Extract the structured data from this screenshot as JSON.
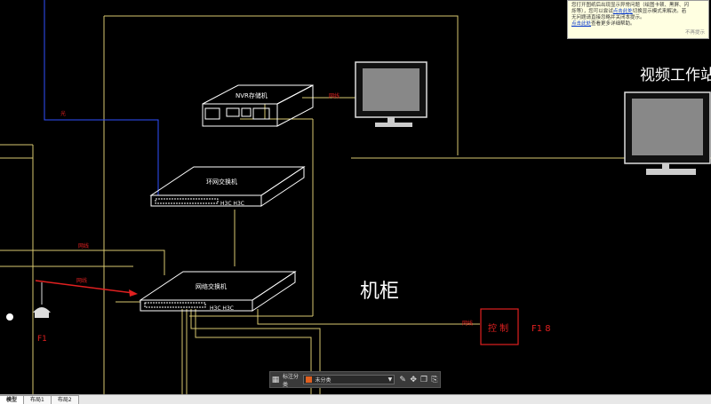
{
  "drawing": {
    "label_monitor_right": "视频工作站",
    "label_cabinet": "机柜",
    "label_switch_top": "环网交换机",
    "label_switch_bottom": "网络交换机",
    "label_recorder": "NVR存储机",
    "label_F": "F1",
    "label_red_box": "控  制",
    "label_red_right": "F1 8",
    "label_blue_line": "光",
    "label_red_small1": "网线",
    "label_red_small2": "网线",
    "label_red_small3": "网线",
    "label_red_small4": "网线",
    "switch_brand": "H3C H3C"
  },
  "notice": {
    "text_line1": "您打开图纸后出现显示异常问题（绘图卡顿、黑屏、闪",
    "text_line2": "烁等），您可以尝试",
    "link1": "点击此处",
    "text_line2b": "切换显示模式来解决。若",
    "text_line3": "无问题请直接忽略并关闭本提示。",
    "link2": "点击此处",
    "text_line4": "查看更多详细帮助。",
    "dismiss": "不再提示"
  },
  "toolbar": {
    "label": "标注分类",
    "select_value": "未分类",
    "swatch_color": "#e06020"
  },
  "tabs": [
    {
      "label": "模型",
      "active": true
    },
    {
      "label": "布局1",
      "active": false
    },
    {
      "label": "布局2",
      "active": false
    }
  ]
}
